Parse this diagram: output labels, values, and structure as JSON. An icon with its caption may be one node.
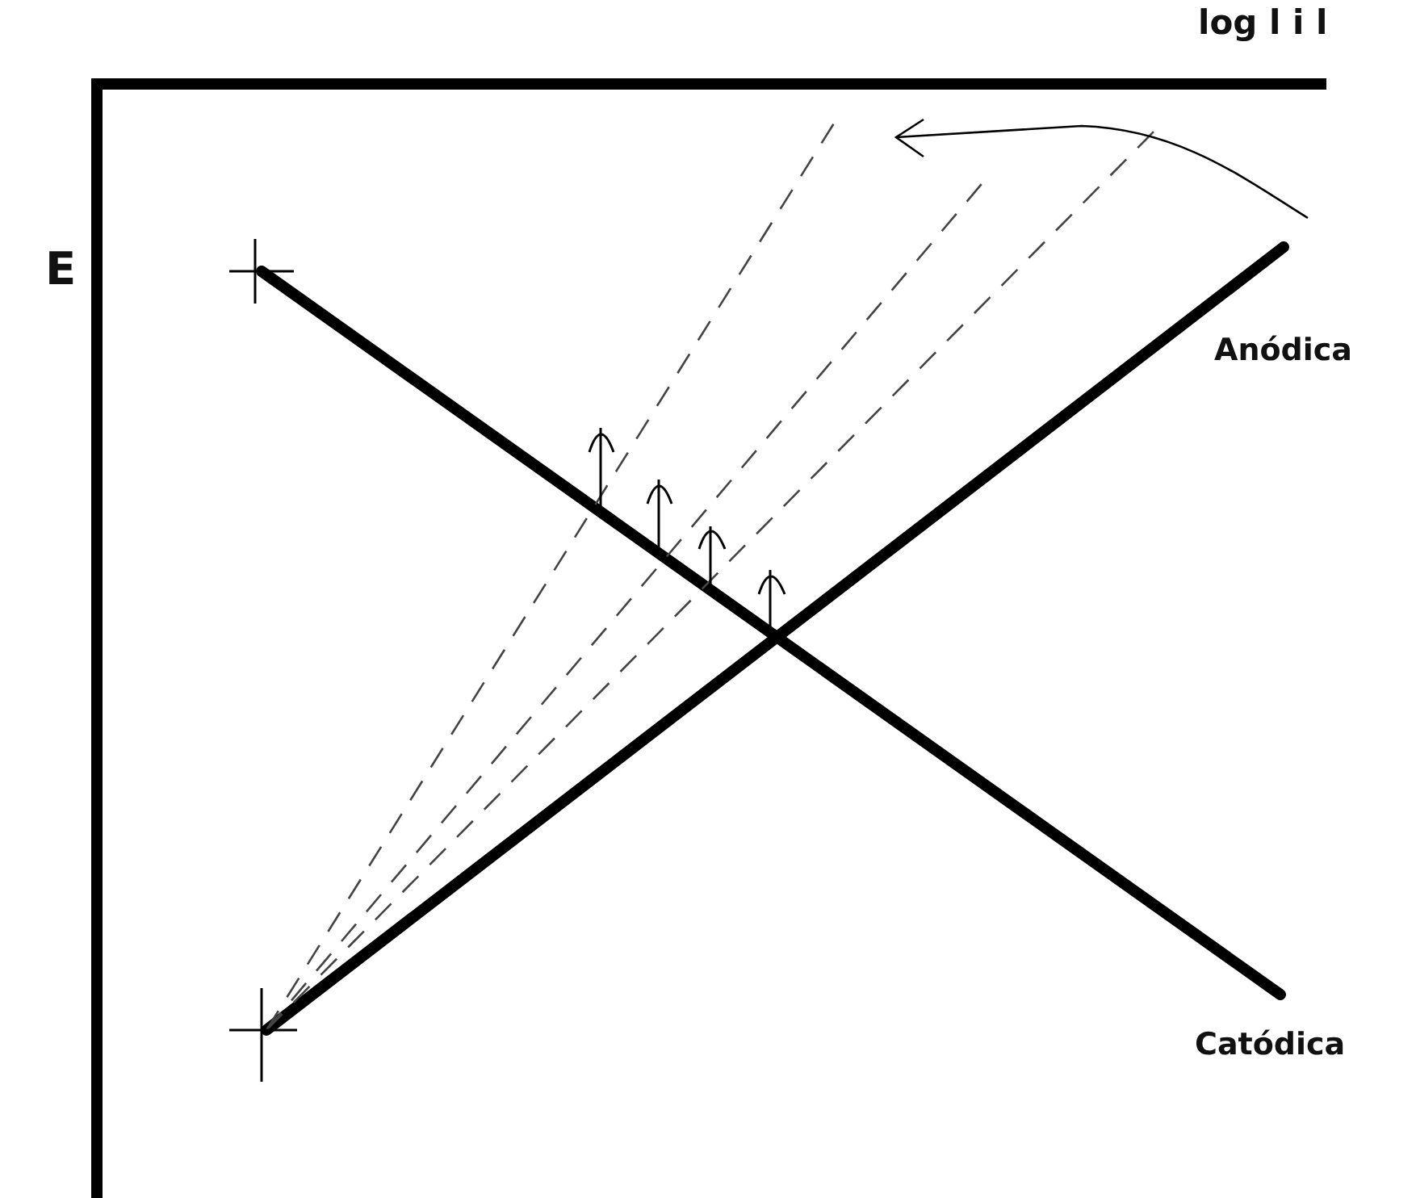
{
  "diagram": {
    "labels": [
      "log l i l",
      "E",
      "Anódica",
      "Catódica"
    ]
  }
}
